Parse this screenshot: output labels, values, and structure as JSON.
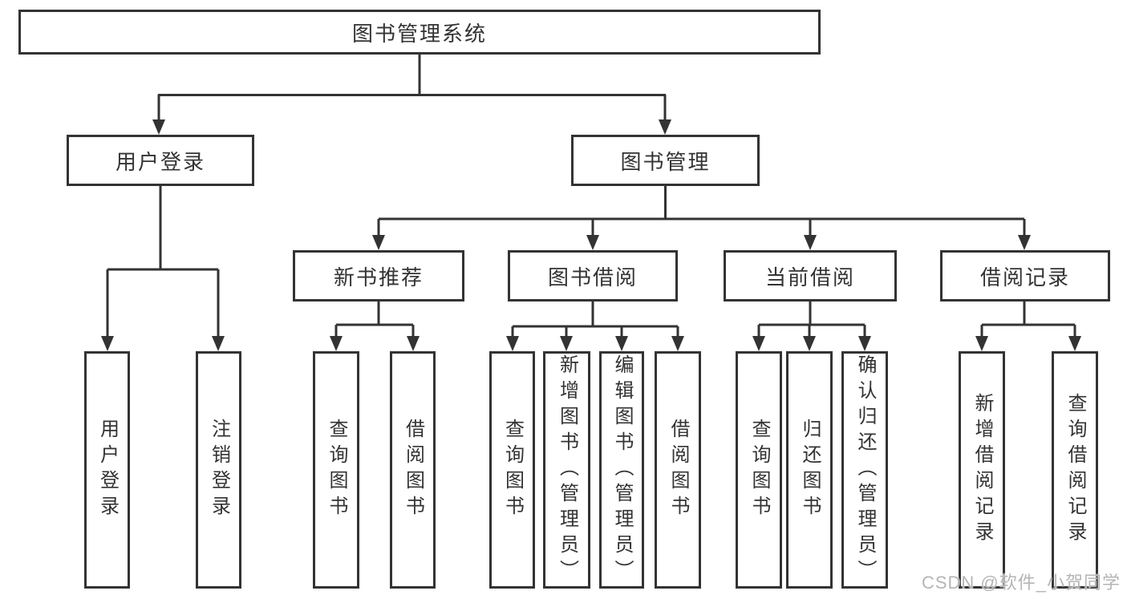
{
  "nodes": {
    "root": "图书管理系统",
    "user": {
      "label": "用户登录",
      "children": [
        "用户登录",
        "注销登录"
      ]
    },
    "book": {
      "label": "图书管理",
      "sections": [
        {
          "label": "新书推荐",
          "children": [
            "查询图书",
            "借阅图书"
          ]
        },
        {
          "label": "图书借阅",
          "children": [
            "查询图书",
            "新增图书（管理员）",
            "编辑图书（管理员）",
            "借阅图书"
          ]
        },
        {
          "label": "当前借阅",
          "children": [
            "查询图书",
            "归还图书",
            "确认归还（管理员）"
          ]
        },
        {
          "label": "借阅记录",
          "children": [
            "新增借阅记录",
            "查询借阅记录"
          ]
        }
      ]
    }
  },
  "watermark": "CSDN @软件_小贺同学",
  "colors": {
    "line": "#333333",
    "box_border": "#333333",
    "box_fill": "#ffffff",
    "text": "#333333",
    "watermark": "#b5b5b5",
    "background": "#ffffff"
  }
}
